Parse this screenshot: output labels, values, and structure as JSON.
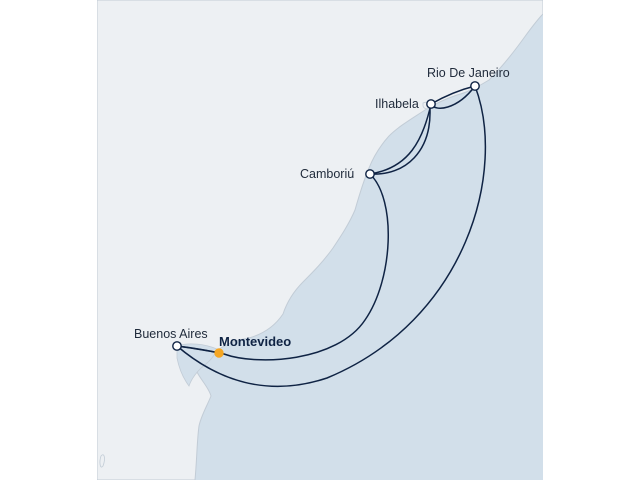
{
  "map": {
    "colors": {
      "sea": "#d2dfea",
      "land": "#edf0f3",
      "coast": "#c2ccd6",
      "route": "#0f2344",
      "port_fill": "#ffffff",
      "highlight_port": "#f5a623"
    },
    "ports": [
      {
        "name": "Rio De Janeiro",
        "role": "stop"
      },
      {
        "name": "Ilhabela",
        "role": "stop"
      },
      {
        "name": "Camboriú",
        "role": "stop"
      },
      {
        "name": "Buenos Aires",
        "role": "stop"
      },
      {
        "name": "Montevideo",
        "role": "departure"
      }
    ]
  }
}
